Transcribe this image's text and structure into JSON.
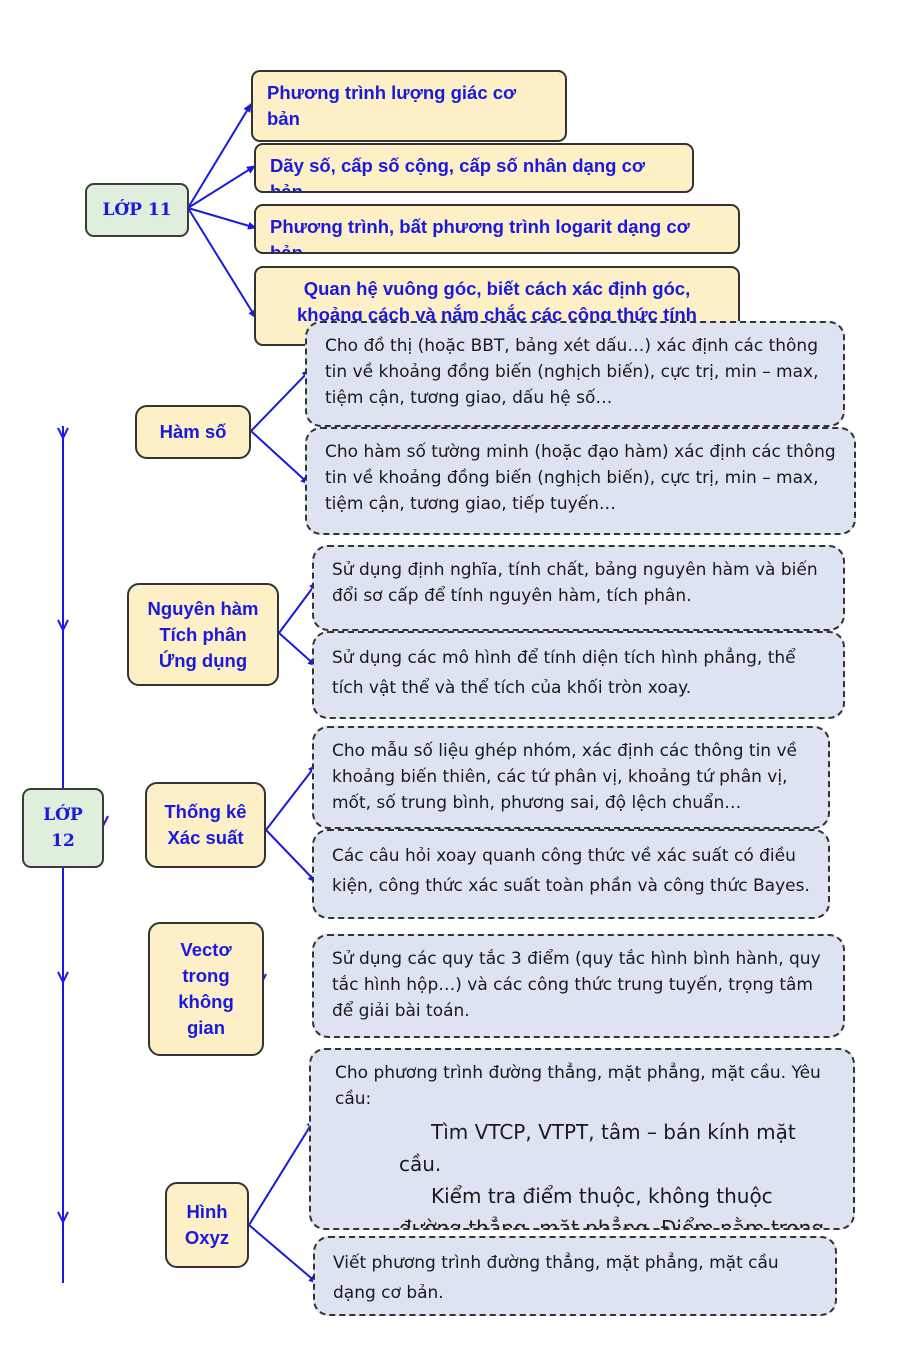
{
  "colors": {
    "accent": "#1a1adf",
    "grade_fill": "#dfeedd",
    "topic_fill": "#fdefc6",
    "desc_fill": "#dde3f1",
    "arrow": "#1a1adf"
  },
  "lop11": {
    "label": "LỚP 11",
    "items": [
      "Phương trình lượng giác cơ bản",
      "Dãy số, cấp số cộng, cấp số nhân dạng cơ bản",
      "Phương trình, bất phương trình logarit dạng cơ bản",
      "Quan hệ vuông góc, biết cách xác định góc, khoảng cách và nắm chắc các công thức tính"
    ]
  },
  "lop12": {
    "label_line1": "LỚP",
    "label_line2": "12",
    "topics": [
      {
        "title_lines": [
          "Hàm số"
        ],
        "details": [
          "Cho đồ thị (hoặc BBT, bảng xét dấu…) xác định các thông tin về khoảng đồng biến (nghịch biến), cực trị, min – max, tiệm cận, tương giao, dấu hệ số…",
          "Cho hàm số tường minh (hoặc đạo hàm) xác định các thông tin về khoảng đồng biến (nghịch biến), cực trị, min – max, tiệm cận, tương giao, tiếp tuyến…"
        ]
      },
      {
        "title_lines": [
          "Nguyên hàm",
          "Tích phân",
          "Ứng dụng"
        ],
        "details": [
          "Sử dụng định nghĩa, tính chất, bảng nguyên hàm và biến đổi sơ cấp để tính nguyên hàm, tích phân.",
          "Sử dụng các mô hình để tính diện tích hình phẳng, thể tích vật thể và thể tích của khối tròn xoay."
        ]
      },
      {
        "title_lines": [
          "Thống kê",
          "Xác suất"
        ],
        "details": [
          "Cho mẫu số liệu ghép nhóm, xác định các thông tin về khoảng biến thiên, các tứ phân vị, khoảng tứ phân vị, mốt, số trung bình, phương sai, độ lệch chuẩn…",
          "Các câu hỏi xoay quanh công thức về xác suất có điều kiện, công thức xác suất toàn phần và công thức Bayes."
        ]
      },
      {
        "title_lines": [
          "Vectơ",
          "trong",
          "không",
          "gian"
        ],
        "details": [
          "Sử dụng các quy tắc 3 điểm (quy tắc hình bình hành, quy tắc hình hộp…) và các công thức trung tuyến, trọng tâm để giải bài toán."
        ]
      },
      {
        "title_lines": [
          "Hình",
          "Oxyz"
        ],
        "oxyz_intro": "Cho phương trình đường thẳng, mặt phẳng, mặt cầu. Yêu cầu:",
        "oxyz_line1": "Tìm VTCP, VTPT, tâm – bán kính mặt",
        "oxyz_line2": "cầu.",
        "oxyz_line3": "Kiểm tra điểm thuộc, không thuộc",
        "oxyz_line4": "đường thẳng, mặt phẳng. Điểm nằm trong",
        "details": [
          "Viết phương trình đường thẳng, mặt phẳng, mặt cầu dạng cơ bản."
        ]
      }
    ]
  }
}
